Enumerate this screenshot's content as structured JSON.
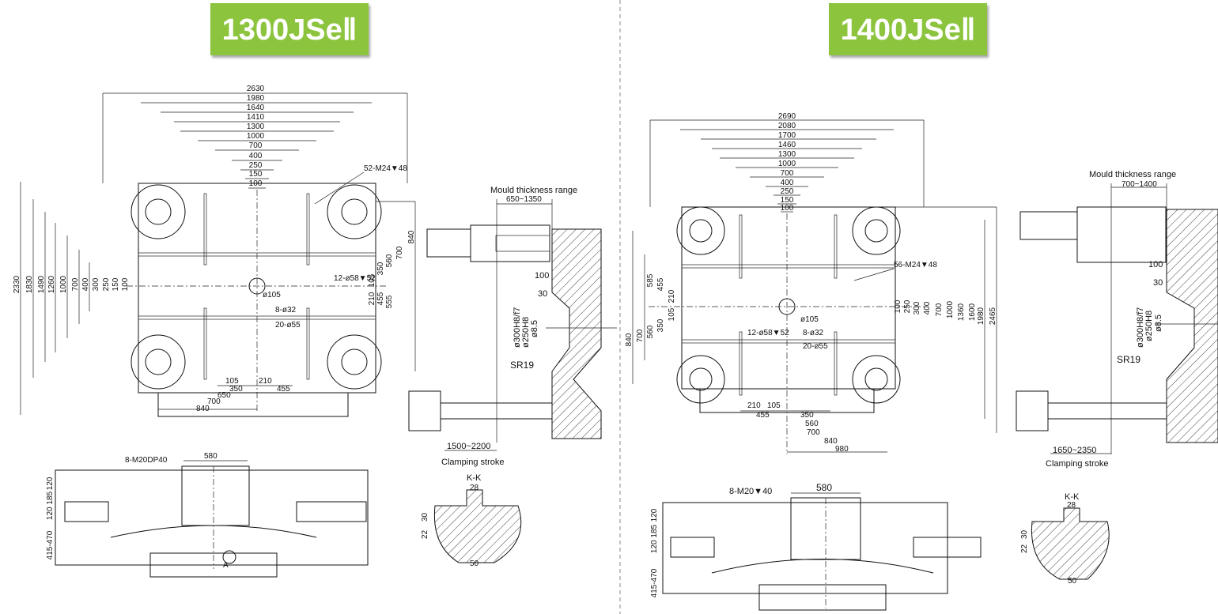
{
  "left": {
    "title": "1300JSeⅡ",
    "width_dims": [
      "2630",
      "1980",
      "1640",
      "1410",
      "1300",
      "1000",
      "700",
      "400",
      "250",
      "150",
      "100"
    ],
    "height_dims": [
      "2330",
      "1830",
      "1490",
      "1260",
      "1000",
      "700",
      "400",
      "300",
      "250",
      "150",
      "100"
    ],
    "right_dims": [
      "840",
      "700",
      "560",
      "350",
      "105",
      "210",
      "455",
      "555"
    ],
    "bottom_dims": [
      "105",
      "210",
      "455",
      "350",
      "650",
      "700",
      "840"
    ],
    "notes": {
      "tap": "52-M24▼48",
      "holes1": "12-ø58▼52",
      "hole_center": "ø105",
      "holes2": "8-ø32",
      "holes3": "20-ø55"
    },
    "side": {
      "mould_range_label": "Mould thickness range",
      "mould_range": "650~1350",
      "d100": "100",
      "d30": "30",
      "dia1": "ø300H8/f7",
      "dia2": "ø250H8",
      "dia3": "ø8.5",
      "sr": "SR19",
      "stroke": "1500~2200",
      "stroke_label": "Clamping stroke"
    },
    "bottom": {
      "tap": "8-M20DP40",
      "w": "580",
      "h1": "120",
      "h2": "120 185",
      "h3": "415-470",
      "marker": "A"
    },
    "section": {
      "title": "K-K",
      "w1": "28",
      "h1": "30",
      "h2": "22",
      "w2": "50"
    }
  },
  "right": {
    "title": "1400JSeⅡ",
    "width_dims": [
      "2690",
      "2080",
      "1700",
      "1460",
      "1300",
      "1000",
      "700",
      "400",
      "250",
      "150",
      "100"
    ],
    "left_dims": [
      "585",
      "455",
      "210",
      "105",
      "350",
      "560",
      "700",
      "840"
    ],
    "right_dims": [
      "100",
      "250",
      "300",
      "400",
      "700",
      "1000",
      "1360",
      "1600",
      "1980",
      "2465"
    ],
    "bottom_dims": [
      "210",
      "105",
      "455",
      "350",
      "560",
      "700",
      "840",
      "980"
    ],
    "notes": {
      "tap": "56-M24▼48",
      "holes1": "12-ø58▼52",
      "hole_center": "ø105",
      "holes2": "8-ø32",
      "holes3": "20-ø55"
    },
    "side": {
      "mould_range_label": "Mould thickness range",
      "mould_range": "700~1400",
      "d100": "100",
      "d30": "30",
      "dia1": "ø300H8/f7",
      "dia2": "ø250H8",
      "dia3": "ø8.5",
      "sr": "SR19",
      "stroke": "1650~2350",
      "stroke_label": "Clamping stroke"
    },
    "bottom": {
      "tap": "8-M20▼40",
      "w": "580",
      "h1": "120",
      "h2": "120 185",
      "h3": "415-470"
    },
    "section": {
      "title": "K-K",
      "w1": "28",
      "h1": "30",
      "h2": "22",
      "w2": "50"
    }
  },
  "colors": {
    "badge": "#8cc43d",
    "line": "#111111"
  }
}
